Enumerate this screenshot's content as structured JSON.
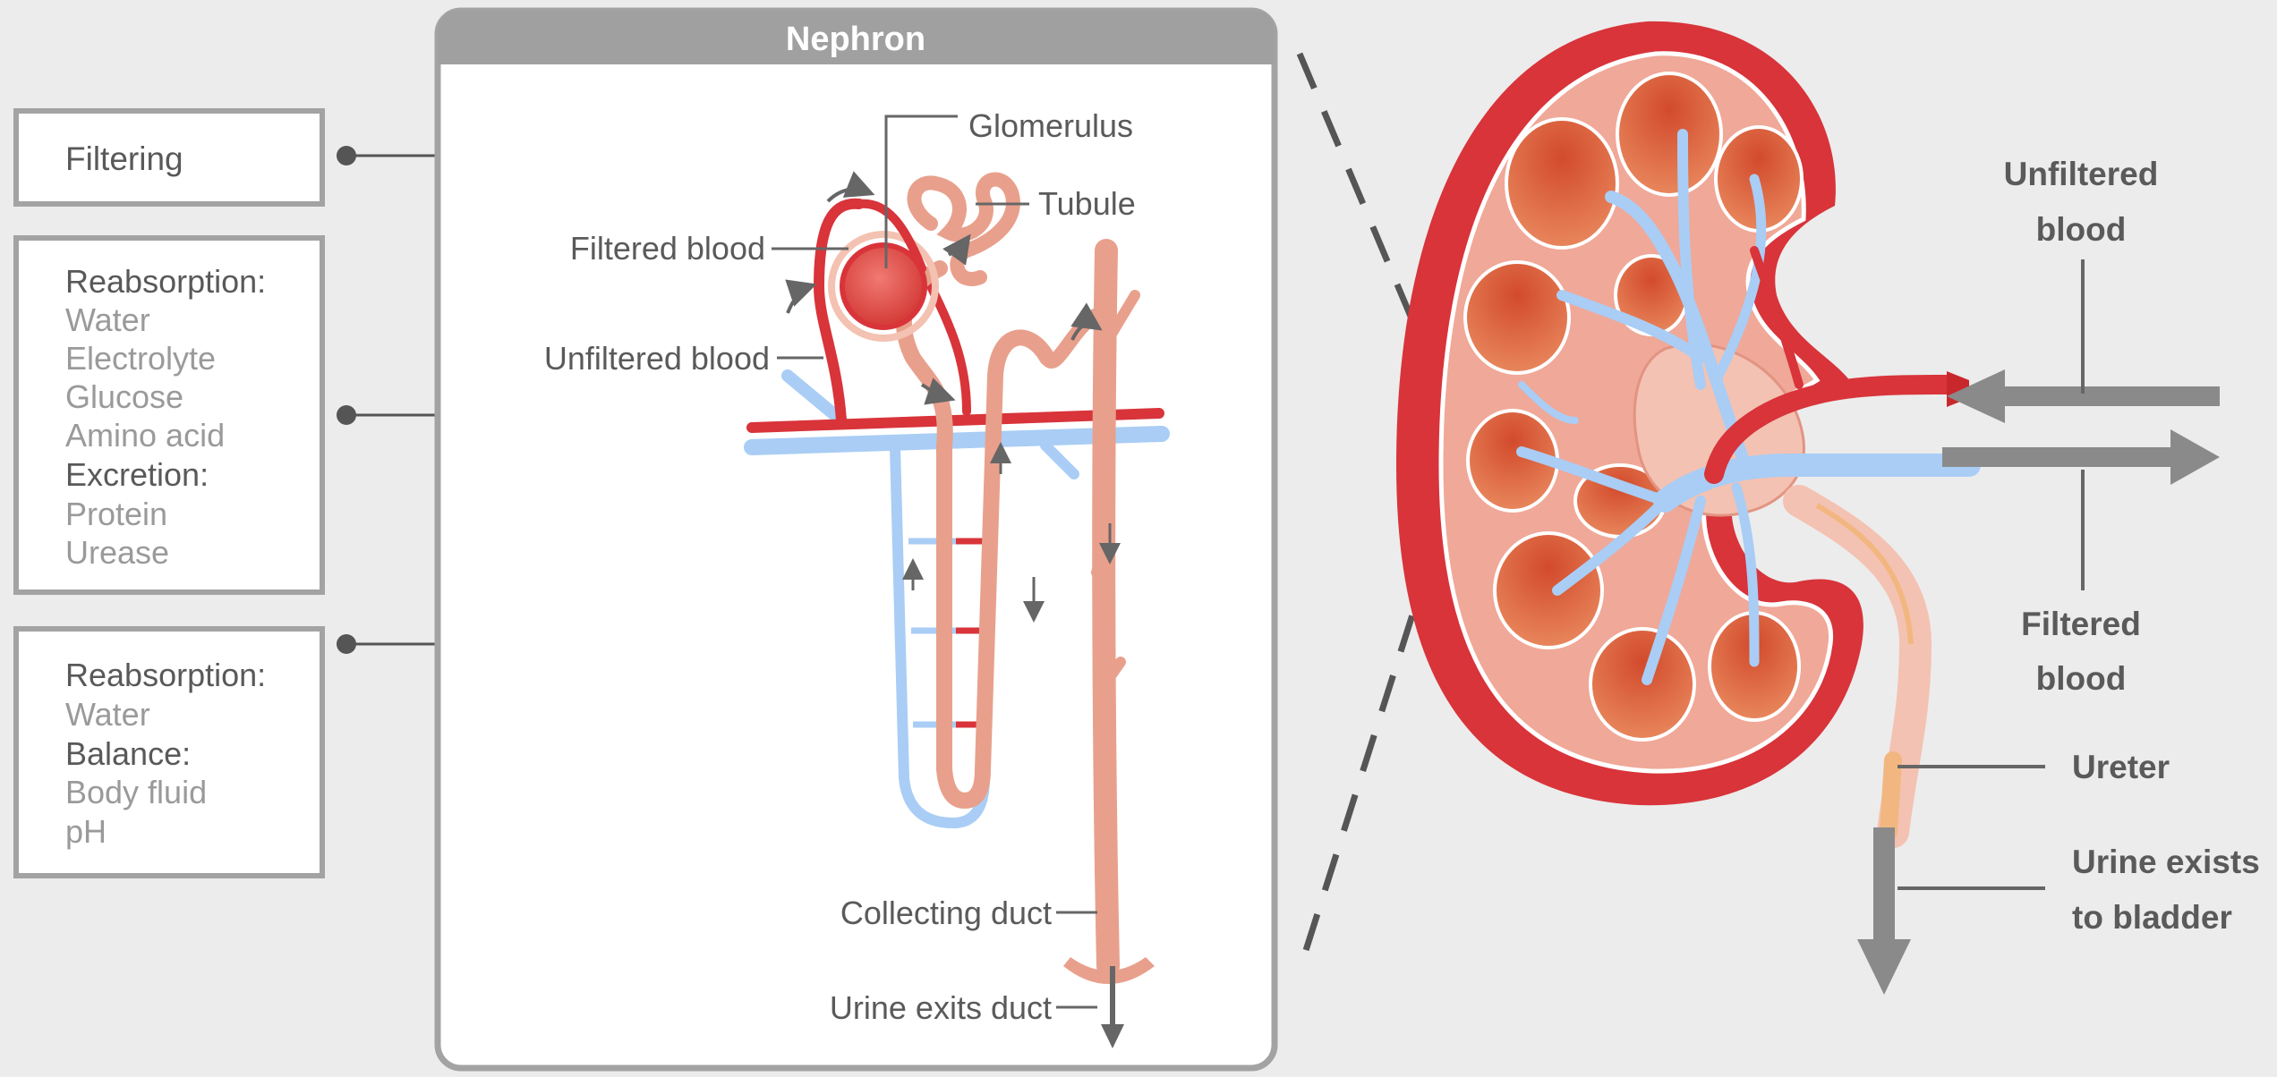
{
  "nephron": {
    "title": "Nephron",
    "labels": {
      "glomerulus": "Glomerulus",
      "tubule": "Tubule",
      "filtered_blood": "Filtered blood",
      "unfiltered_blood": "Unfiltered blood",
      "collecting_duct": "Collecting duct",
      "urine_exits_duct": "Urine exits duct"
    }
  },
  "functions": {
    "filtering": "Filtering",
    "box2": {
      "h1": "Reabsorption:",
      "items1": [
        "Water",
        "Electrolyte",
        "Glucose",
        "Amino acid"
      ],
      "h2": "Excretion:",
      "items2": [
        "Protein",
        "Urease"
      ]
    },
    "box3": {
      "h1": "Reabsorption:",
      "items1": [
        "Water"
      ],
      "h2": "Balance:",
      "items2": [
        "Body fluid",
        "pH"
      ]
    }
  },
  "kidney": {
    "unfiltered_blood": [
      "Unfiltered",
      "blood"
    ],
    "filtered_blood": [
      "Filtered",
      "blood"
    ],
    "ureter": "Ureter",
    "urine_exits": [
      "Urine exists",
      "to bladder"
    ]
  },
  "colors": {
    "artery": "#d8343a",
    "artery_dark": "#c8282c",
    "vein": "#a9cdf5",
    "tubule": "#e8a08c",
    "tubule_light": "#f4c2b2",
    "leader": "#555555",
    "arrow": "#8a8a8a",
    "panel_header": "#a0a0a0",
    "label_text": "#5a5a5a",
    "muted_text": "#9a9a9a",
    "background": "#ececec"
  }
}
